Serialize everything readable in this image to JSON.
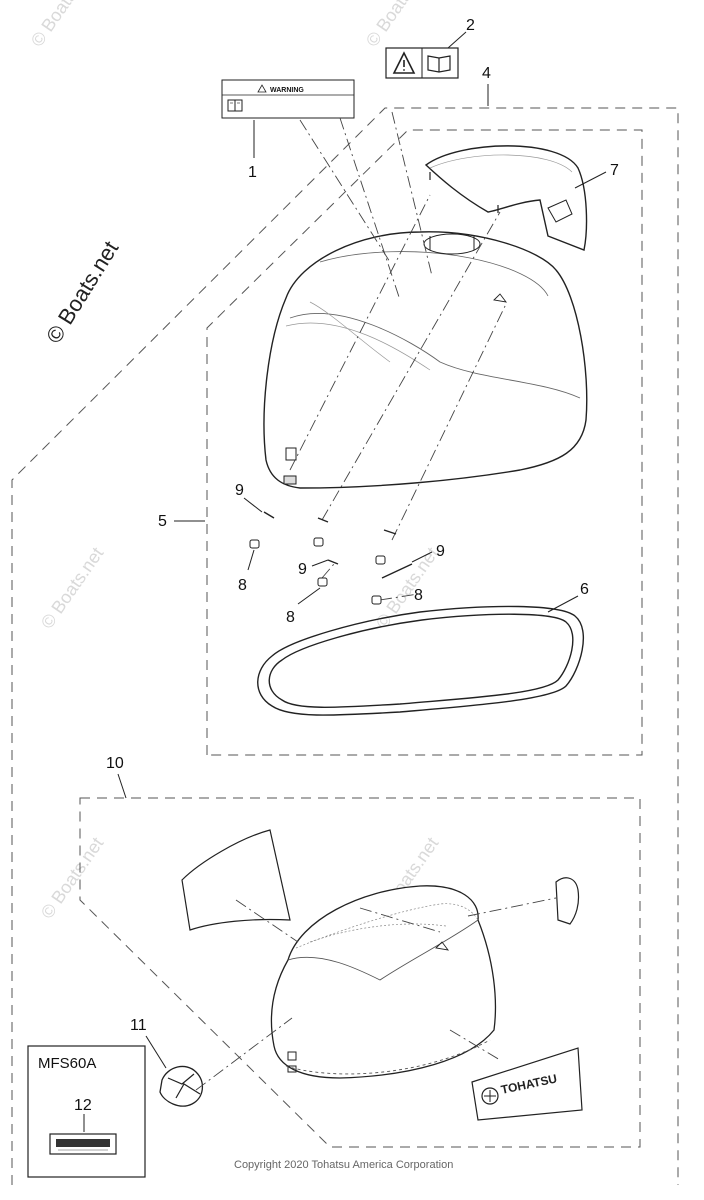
{
  "watermark": {
    "text": "© Boats.net",
    "color": "#d9d9d9"
  },
  "warning_label": {
    "text": "WARNING"
  },
  "callouts": {
    "c1": "1",
    "c2": "2",
    "c4": "4",
    "c5": "5",
    "c6": "6",
    "c7": "7",
    "c8a": "8",
    "c8b": "8",
    "c8c": "8",
    "c9a": "9",
    "c9b": "9",
    "c9c": "9",
    "c10": "10",
    "c11": "11",
    "c12": "12"
  },
  "model_box": {
    "model": "MFS60A"
  },
  "decal": {
    "brand": "TOHATSU"
  },
  "footer": {
    "copyright": "Copyright 2020 Tohatsu America Corporation"
  }
}
